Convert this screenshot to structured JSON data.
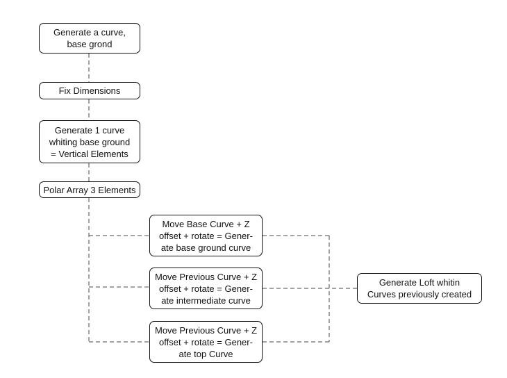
{
  "nodes": [
    {
      "id": "generate-curve",
      "text": "Generate a curve,\nbase grond"
    },
    {
      "id": "fix-dimensions",
      "text": "Fix Dimensions"
    },
    {
      "id": "generate-vertical",
      "text": "Generate 1 curve\nwhiting base ground\n= Vertical Elements"
    },
    {
      "id": "polar-array",
      "text": "Polar Array 3 Elements"
    },
    {
      "id": "move-base",
      "text": "Move Base Curve + Z\noffset + rotate = Gener-\nate base ground curve"
    },
    {
      "id": "move-intermediate",
      "text": "Move Previous Curve + Z\noffset + rotate = Gener-\nate intermediate curve"
    },
    {
      "id": "move-top",
      "text": "Move Previous Curve + Z\noffset + rotate = Gener-\nate top Curve"
    },
    {
      "id": "generate-loft",
      "text": "Generate Loft whitin\nCurves previously created"
    }
  ]
}
